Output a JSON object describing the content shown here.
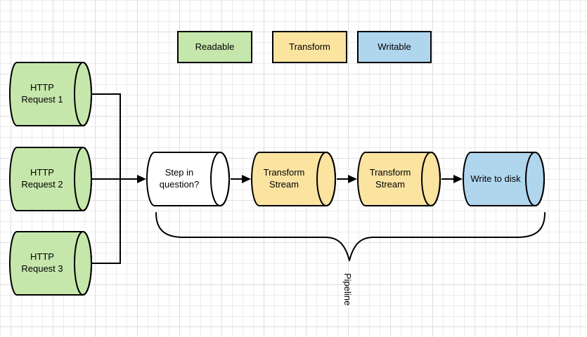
{
  "legend": {
    "items": [
      {
        "label": "Readable",
        "color": "#c6e7ab"
      },
      {
        "label": "Transform",
        "color": "#fbe3a0"
      },
      {
        "label": "Writable",
        "color": "#b0d6ee"
      }
    ]
  },
  "nodes": [
    {
      "label": "HTTP Request 1",
      "type": "readable",
      "color": "#c6e7ab"
    },
    {
      "label": "HTTP Request 2",
      "type": "readable",
      "color": "#c6e7ab"
    },
    {
      "label": "HTTP Request 3",
      "type": "readable",
      "color": "#c6e7ab"
    },
    {
      "label": "Step in question?",
      "type": "plain",
      "color": "#ffffff"
    },
    {
      "label": "Transform Stream",
      "type": "transform",
      "color": "#fbe3a0"
    },
    {
      "label": "Transform Stream",
      "type": "transform",
      "color": "#fbe3a0"
    },
    {
      "label": "Write to disk",
      "type": "writable",
      "color": "#b0d6ee"
    }
  ],
  "annotations": {
    "pipeline_label": "Pipeline"
  },
  "colors": {
    "stroke": "#000000",
    "text": "#000000"
  }
}
